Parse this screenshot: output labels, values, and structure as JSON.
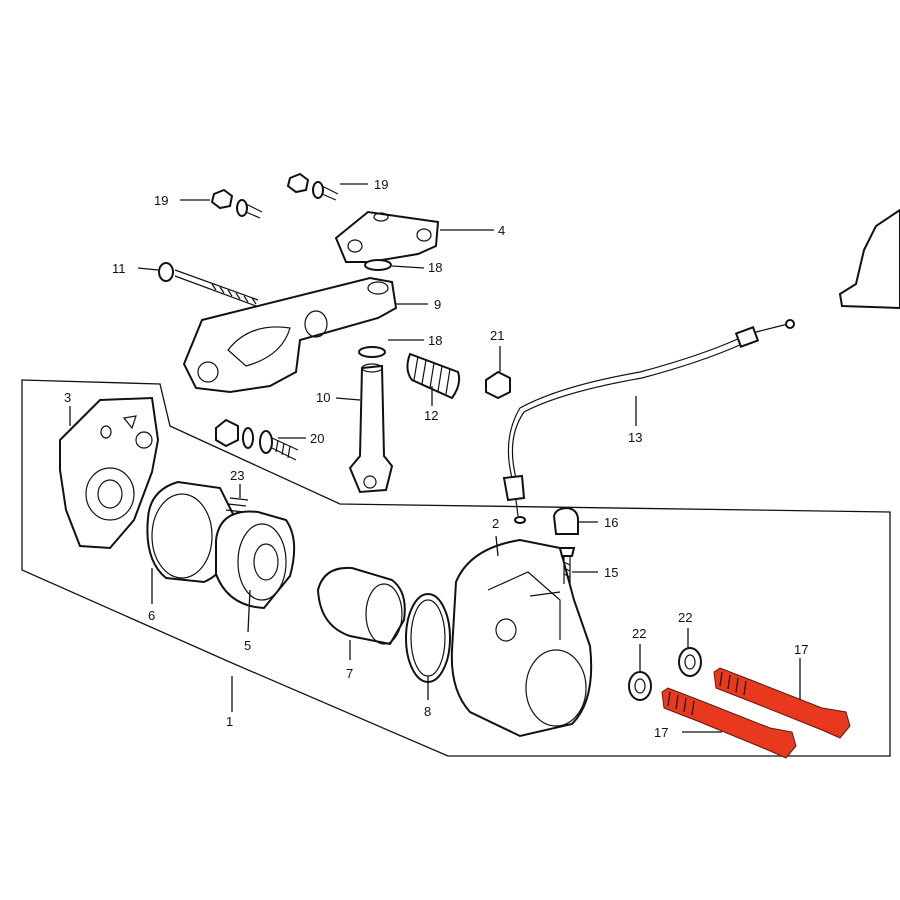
{
  "diagram": {
    "highlight_color": "#e8391e",
    "callouts": [
      {
        "id": "c1",
        "label": "1"
      },
      {
        "id": "c2",
        "label": "2"
      },
      {
        "id": "c3",
        "label": "3"
      },
      {
        "id": "c4",
        "label": "4"
      },
      {
        "id": "c5",
        "label": "5"
      },
      {
        "id": "c6",
        "label": "6"
      },
      {
        "id": "c7",
        "label": "7"
      },
      {
        "id": "c8",
        "label": "8"
      },
      {
        "id": "c9",
        "label": "9"
      },
      {
        "id": "c10",
        "label": "10"
      },
      {
        "id": "c11",
        "label": "11"
      },
      {
        "id": "c12",
        "label": "12"
      },
      {
        "id": "c13",
        "label": "13"
      },
      {
        "id": "c15",
        "label": "15"
      },
      {
        "id": "c16",
        "label": "16"
      },
      {
        "id": "c17a",
        "label": "17"
      },
      {
        "id": "c17b",
        "label": "17"
      },
      {
        "id": "c18a",
        "label": "18"
      },
      {
        "id": "c18b",
        "label": "18"
      },
      {
        "id": "c19a",
        "label": "19"
      },
      {
        "id": "c19b",
        "label": "19"
      },
      {
        "id": "c20",
        "label": "20"
      },
      {
        "id": "c21",
        "label": "21"
      },
      {
        "id": "c22a",
        "label": "22"
      },
      {
        "id": "c22b",
        "label": "22"
      },
      {
        "id": "c23",
        "label": "23"
      }
    ]
  }
}
